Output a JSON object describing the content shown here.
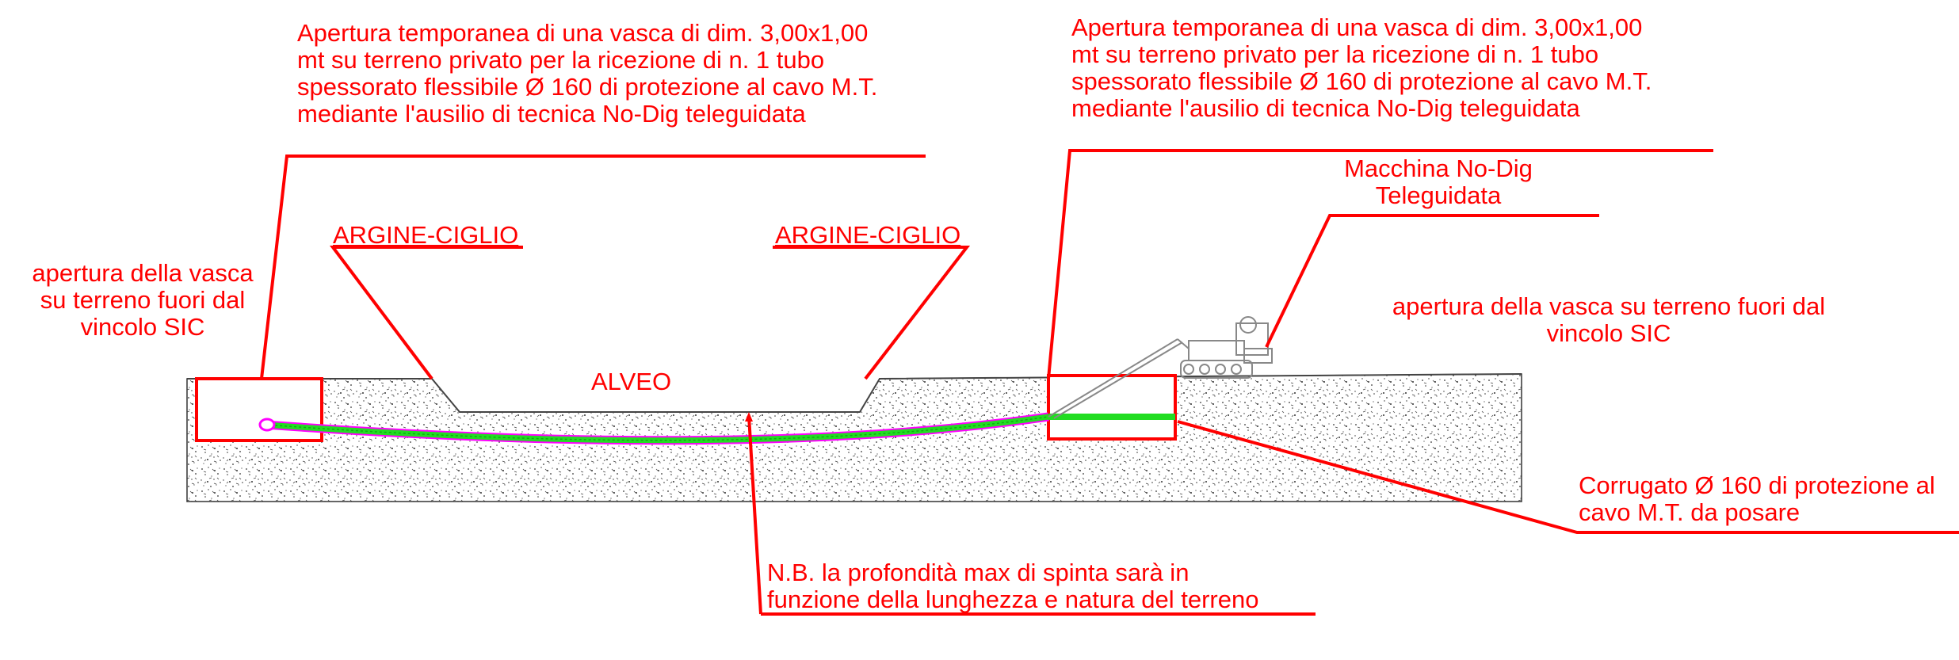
{
  "labels": {
    "top_left": [
      "Apertura temporanea di una vasca di dim. 3,00x1,00",
      "mt su terreno privato per la ricezione di n. 1 tubo",
      "spessorato flessibile Ø 160 di protezione al cavo M.T.",
      "mediante l'ausilio di tecnica No-Dig teleguidata"
    ],
    "top_right": [
      "Apertura temporanea di una vasca di dim. 3,00x1,00",
      "mt su terreno privato per la ricezione di n. 1 tubo",
      "spessorato flessibile Ø 160 di protezione al cavo M.T.",
      "mediante l'ausilio di tecnica No-Dig teleguidata"
    ],
    "left_vasca": [
      "apertura della vasca",
      "su terreno fuori dal",
      "vincolo SIC"
    ],
    "right_vasca": [
      "apertura della vasca su terreno fuori dal",
      "vincolo SIC"
    ],
    "argine_left": "ARGINE-CIGLIO",
    "argine_right": "ARGINE-CIGLIO",
    "alveo": "ALVEO",
    "machine": [
      "Macchina No-Dig",
      "Teleguidata"
    ],
    "corrugato": [
      "Corrugato Ø 160 di protezione al",
      "cavo M.T. da posare"
    ],
    "nb": [
      "N.B. la profondità max di spinta sarà in",
      "funzione della lunghezza e natura del terreno"
    ]
  },
  "colors": {
    "annotation": "#ff0000",
    "pipe_outline": "#ff00ff",
    "pipe_fill": "#22dd22",
    "ground": "#333333",
    "machine": "#888888"
  }
}
